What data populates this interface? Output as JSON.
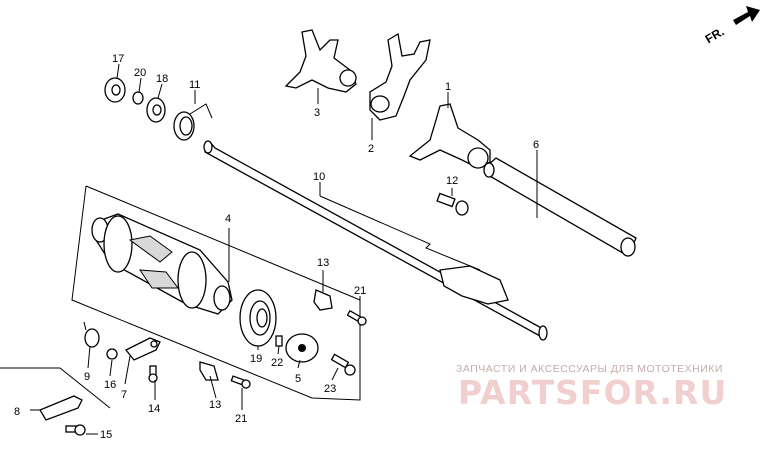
{
  "direction_marker": {
    "text": "FR.",
    "icon": "front-arrow-icon"
  },
  "callouts": [
    "1",
    "2",
    "3",
    "4",
    "5",
    "6",
    "7",
    "8",
    "9",
    "10",
    "11",
    "12",
    "13",
    "13",
    "14",
    "15",
    "16",
    "17",
    "18",
    "19",
    "20",
    "21",
    "21",
    "22",
    "23"
  ],
  "watermark": {
    "subtitle": "ЗАПЧАСТИ И АКСЕССУАРЫ ДЛЯ МОТОТЕХНИКИ",
    "brand": "PARTSFOR.RU",
    "color": "#e06060"
  }
}
